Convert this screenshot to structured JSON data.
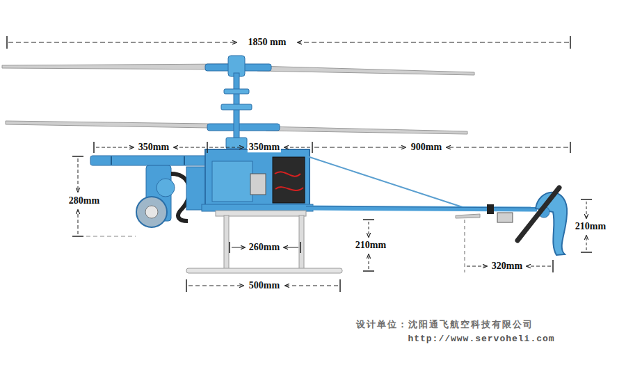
{
  "diagram": {
    "labels": [
      "1850 mm",
      "350mm",
      "350mm",
      "900mm",
      "280mm",
      "260mm",
      "210mm",
      "500mm",
      "320mm",
      "210mm",
      "设计单位：沈阳通飞航空科技有限公司",
      "http://www.servoheli.com"
    ]
  }
}
